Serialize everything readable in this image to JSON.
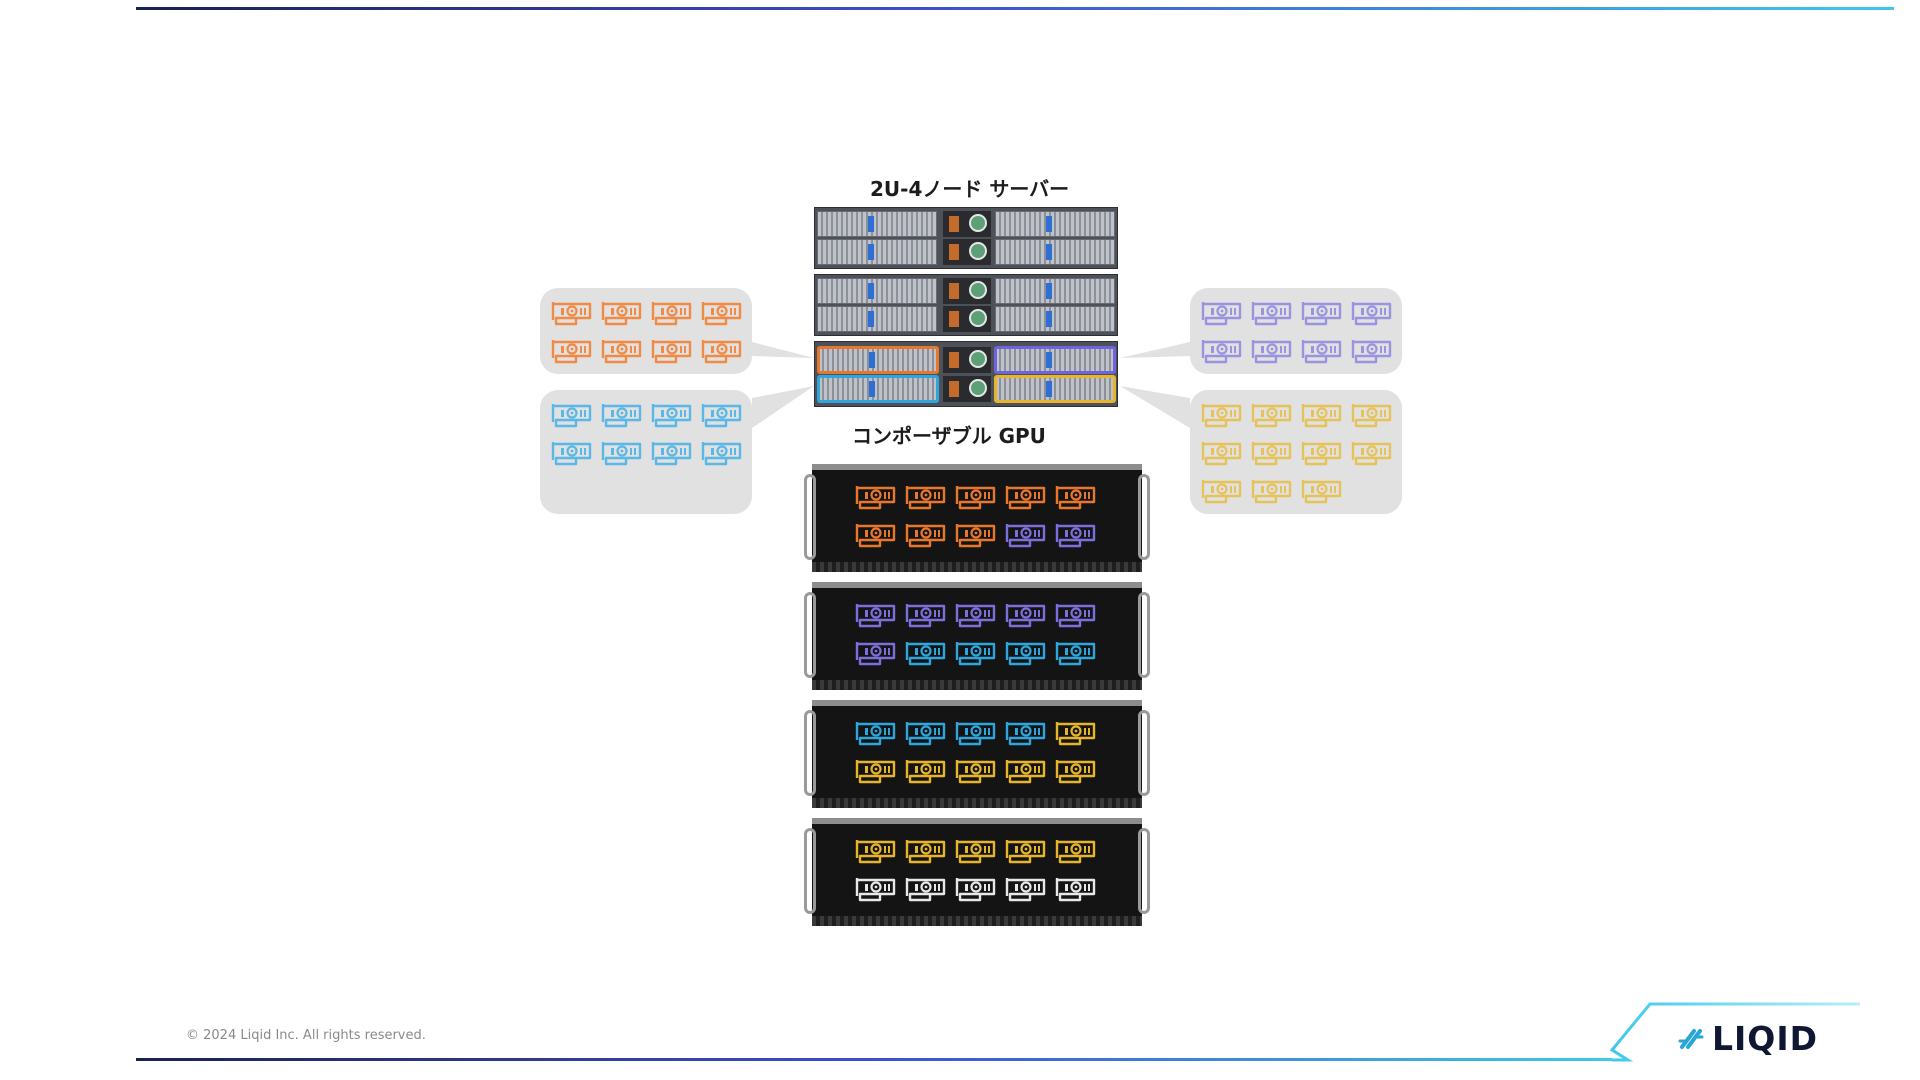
{
  "labels": {
    "server": "2U-4ノード サーバー",
    "composable_gpu": "コンポーザブル GPU"
  },
  "footer": {
    "copyright": "© 2024 Liqid Inc. All rights reserved.",
    "logo_text": "LIQID"
  },
  "colors": {
    "orange": "#e8772e",
    "blue": "#2ea6dc",
    "purple": "#7b6fdc",
    "yellow": "#e6b52a",
    "white": "#e8e8e8",
    "bubble_orange": "#f08a45",
    "bubble_blue": "#5ab8e6",
    "bubble_purple": "#9a94e0",
    "bubble_yellow": "#e6c35a"
  },
  "bubbles": [
    {
      "name": "orange-node-gpus",
      "color": "bubble_orange",
      "count": 8
    },
    {
      "name": "blue-node-gpus",
      "color": "bubble_blue",
      "count": 8
    },
    {
      "name": "purple-node-gpus",
      "color": "bubble_purple",
      "count": 8
    },
    {
      "name": "yellow-node-gpus",
      "color": "bubble_yellow",
      "count": 11
    }
  ],
  "chassis": [
    {
      "rows": [
        [
          "orange",
          "orange",
          "orange",
          "orange",
          "orange"
        ],
        [
          "orange",
          "orange",
          "orange",
          "purple",
          "purple"
        ]
      ]
    },
    {
      "rows": [
        [
          "purple",
          "purple",
          "purple",
          "purple",
          "purple"
        ],
        [
          "purple",
          "blue",
          "blue",
          "blue",
          "blue"
        ]
      ]
    },
    {
      "rows": [
        [
          "blue",
          "blue",
          "blue",
          "blue",
          "yellow"
        ],
        [
          "yellow",
          "yellow",
          "yellow",
          "yellow",
          "yellow"
        ]
      ]
    },
    {
      "rows": [
        [
          "yellow",
          "yellow",
          "yellow",
          "yellow",
          "yellow"
        ],
        [
          "white",
          "white",
          "white",
          "white",
          "white"
        ]
      ]
    }
  ]
}
